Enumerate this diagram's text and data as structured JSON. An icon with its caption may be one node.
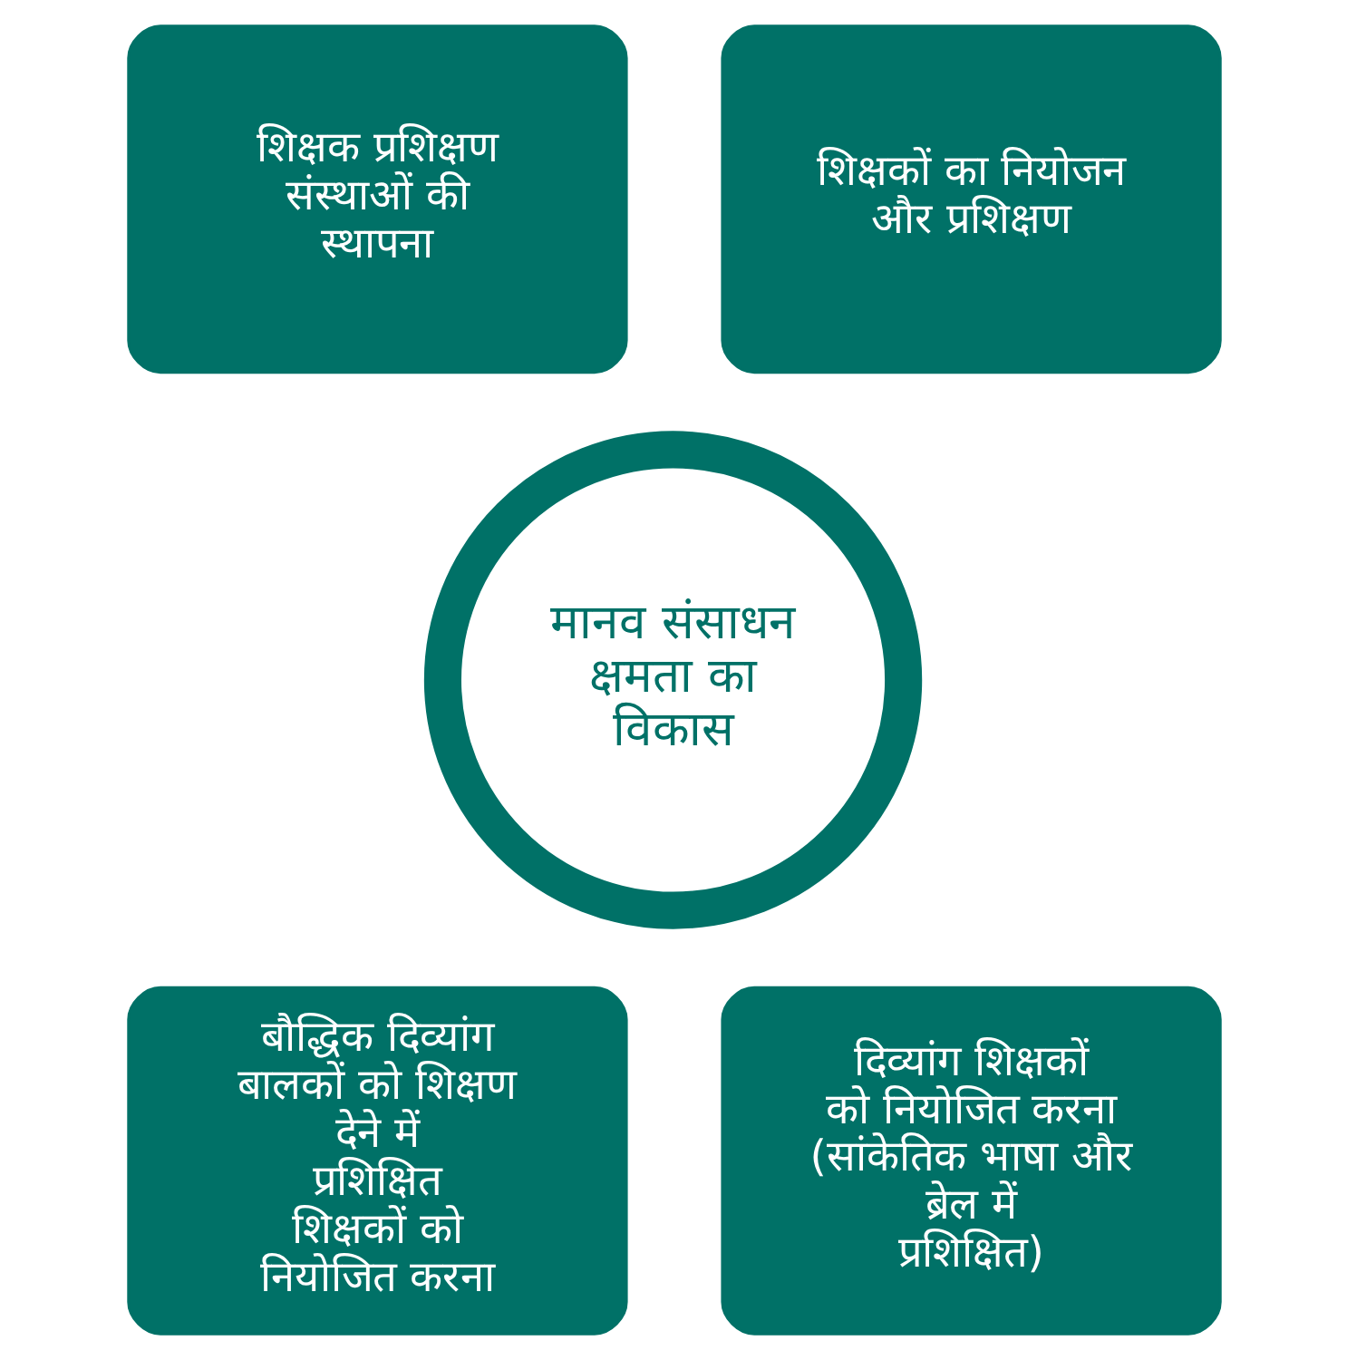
{
  "diagram": {
    "nodes": [
      {
        "text": [
          "शिक्षक प्रशिक्षण संस्थाओं की स्थापना"
        ]
      },
      {
        "text": [
          "शिक्षकों का नियोजन और प्रशिक्षण"
        ]
      },
      {
        "text": [
          "मानव संसाधन क्षमता का विकास"
        ]
      },
      {
        "text": [
          "बौद्धिक दिव्यांग बालकों को शिक्षण देने में प्रशिक्षित शिक्षकों को नियोजित करना"
        ]
      },
      {
        "text": [
          "दिव्यांग शिक्षकों को नियोजित करना (सांकेतिक भाषा और ब्रेल में प्रशिक्षित)"
        ]
      }
    ]
  }
}
